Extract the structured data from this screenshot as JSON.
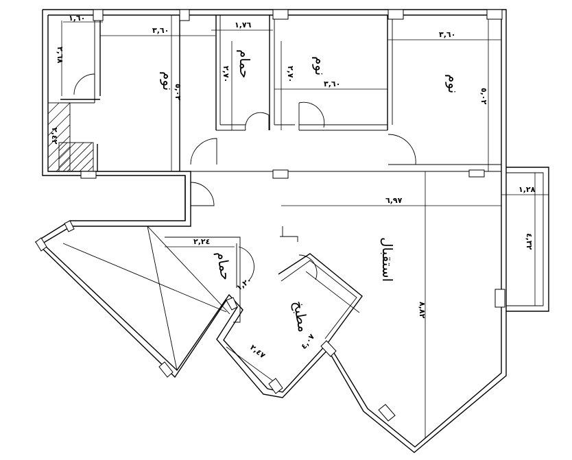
{
  "rooms": {
    "bedroom_left": "نوم",
    "bathroom_top": "حمام",
    "bedroom_middle": "نوم",
    "bedroom_right": "نوم",
    "bathroom_bottom": "حمام",
    "kitchen": "مطبخ",
    "reception": "استقبال"
  },
  "dimensions": {
    "d_160": "١,٦٠",
    "d_360_left": "٣,٦٠",
    "d_268": "٢,٦٨",
    "d_502_left": "٥,٠٢",
    "d_176": "١,٧٦",
    "d_270_bath": "٢,٧٠",
    "d_270_mid": "٢,٧٠",
    "d_360_mid": "٣,٦٠",
    "d_360_right": "٣,٦٠",
    "d_502_right": "٥,٠٢",
    "d_242": "٢,٤٢",
    "d_697": "٦,٩٧",
    "d_128": "١,٢٨",
    "d_432": "٤,٣٢",
    "d_224": "٢,٢٤",
    "d_120": "١,٢٠",
    "d_247": "٢,٤٧",
    "d_407": "٤,٠٧",
    "d_882": "٨,٨٢"
  }
}
